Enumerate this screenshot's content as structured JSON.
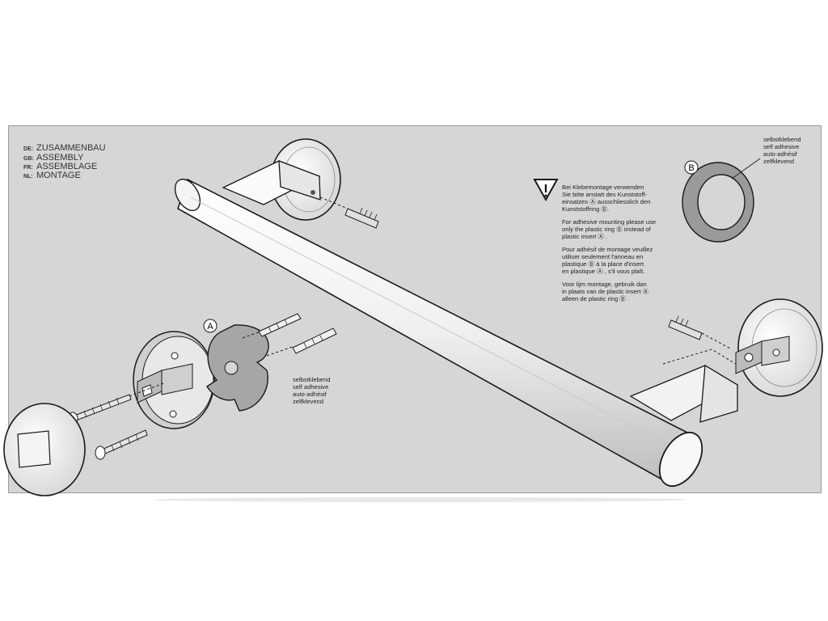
{
  "headings": [
    {
      "code": "DE:",
      "text": "ZUSAMMENBAU"
    },
    {
      "code": "GB:",
      "text": "ASSEMBLY"
    },
    {
      "code": "FR:",
      "text": "ASSEMBLAGE"
    },
    {
      "code": "NL:",
      "text": "MONTAGE"
    }
  ],
  "parts": {
    "a": "A",
    "b": "B"
  },
  "labels": {
    "ring": [
      "selbstklebend",
      "self adhesive",
      "auto-adhésif",
      "zelfklevend"
    ],
    "insert": [
      "selbstklebend",
      "self adhesive",
      "auto-adhésif",
      "zelfklevend"
    ]
  },
  "warning_notes": {
    "de": [
      "Bei Klebemontage verwenden",
      "Sie bitte anstatt des Kunststoff-",
      "einsatzes Ⓐ ausschliesslich den",
      "Kunststoffring Ⓑ."
    ],
    "gb": [
      "For adhesive mounting please use",
      "only the plastic ring Ⓑ instead of",
      "plastic insert Ⓐ ."
    ],
    "fr": [
      "Pour adhésif de montage veuillez",
      "utiliser seulement l'anneau en",
      "plastique Ⓑ à la place d'insert",
      "en plastique Ⓐ , s'il vous plaît."
    ],
    "nl": [
      "Voor lijm montage, gebruik dan",
      "in plaats van de plastic insert Ⓐ",
      "alleen de plastic ring Ⓑ ."
    ]
  },
  "colors": {
    "panel": "#d6d6d8",
    "line": "#1a1a1a",
    "bar": "#f2f2f2",
    "ring": "#9a9a9a"
  }
}
